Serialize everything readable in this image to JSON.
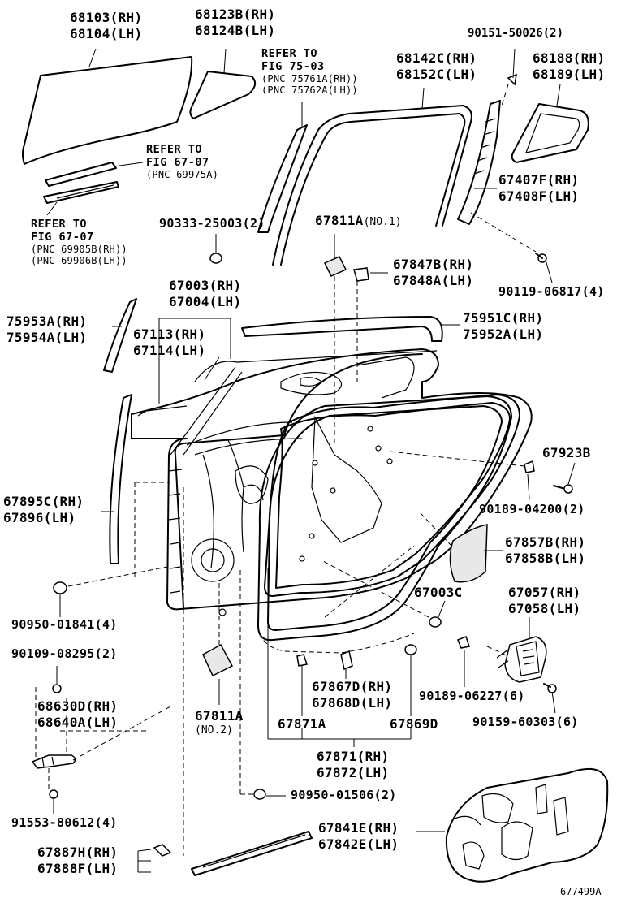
{
  "diagram_id": "677499A",
  "labels": {
    "glass_lines": [
      "68103(RH)",
      "68104(LH)"
    ],
    "quarter_glass_lines": [
      "68123B(RH)",
      "68124B(LH)"
    ],
    "refer_7503_lines": [
      "REFER TO",
      "FIG 75-03",
      "(PNC 75761A(RH))",
      "(PNC 75762A(LH))"
    ],
    "clip_90151": "90151-50026(2)",
    "run_lines": [
      "68142C(RH)",
      "68152C(LH)"
    ],
    "vent_glass_lines": [
      "68188(RH)",
      "68189(LH)"
    ],
    "refer_6707a_lines": [
      "REFER TO",
      "FIG 67-07",
      "(PNC 69975A)"
    ],
    "division_bar_lines": [
      "67407F(RH)",
      "67408F(LH)"
    ],
    "refer_6707b_lines": [
      "REFER TO",
      "FIG 67-07",
      "(PNC 69905B(RH))",
      "(PNC 69906B(LH))"
    ],
    "plug_90333": "90333-25003(2)",
    "hole_cover_1_code": "67811A",
    "hole_cover_1_note": "(NO.1)",
    "bracket_lines": [
      "67847B(RH)",
      "67848A(LH)"
    ],
    "screw_90119": "90119-06817(4)",
    "panel_lines": [
      "67003(RH)",
      "67004(LH)"
    ],
    "belt_lines": [
      "75953A(RH)",
      "75954A(LH)"
    ],
    "frame_lines": [
      "67113(RH)",
      "67114(LH)"
    ],
    "moulding_lines": [
      "75951C(RH)",
      "75952A(LH)"
    ],
    "bolt_67923": "67923B",
    "seal_lines": [
      "67895C(RH)",
      "67896(LH)"
    ],
    "bolt_90189_a": "90189-04200(2)",
    "cover_lines": [
      "67857B(RH)",
      "67858B(LH)"
    ],
    "plug_90950_a": "90950-01841(4)",
    "plug_67003c": "67003C",
    "lock_lines": [
      "67057(RH)",
      "67058(LH)"
    ],
    "screw_90109": "90109-08295(2)",
    "bolt_90189_b": "90189-06227(6)",
    "screw_90159": "90159-60303(6)",
    "check_lines": [
      "68630D(RH)",
      "68640A(LH)"
    ],
    "weatherstrip_lines": [
      "67867D(RH)",
      "67868D(LH)"
    ],
    "hole_cover_2_code": "67811A",
    "hole_cover_2_note": "(NO.2)",
    "clip_67871a": "67871A",
    "clip_67869d": "67869D",
    "weather_assy_lines": [
      "67871(RH)",
      "67872(LH)"
    ],
    "plug_90950_b": "90950-01506(2)",
    "bolt_91553": "91553-80612(4)",
    "service_hole_lines": [
      "67841E(RH)",
      "67842E(LH)"
    ],
    "lower_strip_lines": [
      "67887H(RH)",
      "67888F(LH)"
    ]
  }
}
